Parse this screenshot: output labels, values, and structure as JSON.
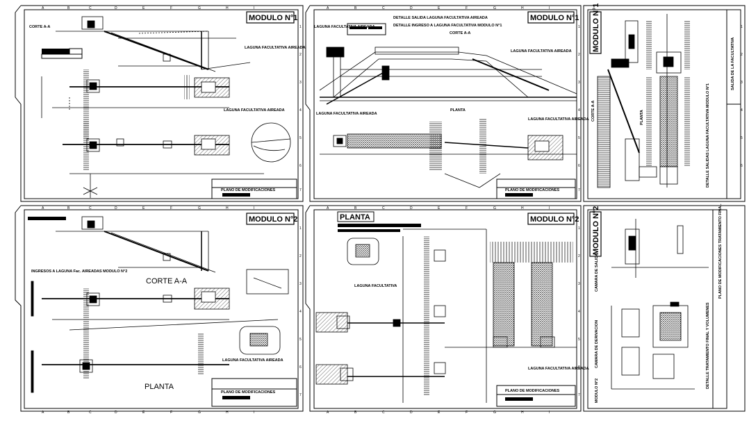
{
  "sheets": {
    "top_left": {
      "module": "MODULO N°1",
      "section": "CORTE A-A",
      "lagoon_1": "LAGUNA FACULTATIVA AIREADA",
      "lagoon_2": "LAGUNA FACULTATIVA AIREADA",
      "title_block": "PLANO DE MODIFICACIONES"
    },
    "top_middle": {
      "module": "MODULO N°1",
      "note_1": "DETALLE SALIDA LAGUNA FACULTATIVA AIREADA",
      "note_2": "DETALLE INGRESO A LAGUNA FACULTATIVA MODULO N°1",
      "section": "CORTE A-A",
      "lagoon_left": "LAGUNA FACULTATIVA AIREADA",
      "lagoon_right": "LAGUNA FACULTATIVA AIREADA",
      "lagoon_plan_left": "LAGUNA FACULTATIVA AIREADA",
      "lagoon_plan_right": "LAGUNA FACULTATIVA AIREADA",
      "plan": "PLANTA",
      "title_block": "PLANO DE MODIFICACIONES"
    },
    "top_right": {
      "module": "MODULO N°1",
      "section": "CORTE A-A",
      "plan": "PLANTA",
      "detail": "DETALLE SALIDAS LAGUNA FACULTATIVA MODULO N°1",
      "title_block": "SALIDA DE LA FACULTATIVA"
    },
    "bottom_left": {
      "module": "MODULO N°2",
      "note": "INGRESOS A LAGUNA Fac. AIREADAS MODULO N°2",
      "section": "CORTE A-A",
      "lagoon": "LAGUNA FACULTATIVA AIREADA",
      "plan": "PLANTA",
      "title_block": "PLANO DE MODIFICACIONES"
    },
    "bottom_middle": {
      "module": "MODULO N°2",
      "plan": "PLANTA",
      "lagoon_1": "LAGUNA FACULTATIVA",
      "lagoon_2": "LAGUNA FACULTATIVA AIREADA",
      "title_block": "PLANO DE MODIFICACIONES"
    },
    "bottom_right": {
      "module": "MODULO N°2",
      "camera_1": "CAMARA DE SALIDA",
      "camera_2": "CAMARA DE DERIVACION",
      "detail": "DETALLE TRATAMIENTO FINAL Y VOLUMENES",
      "title_block": "PLANO DE MODIFICACIONES TRATAMIENTO FINAL",
      "module_footer": "MODULO N°2"
    }
  },
  "grid": {
    "letters_wide": [
      "A",
      "B",
      "C",
      "D",
      "E",
      "F",
      "G",
      "H",
      "I"
    ],
    "numbers": [
      "1",
      "2",
      "3",
      "4",
      "5",
      "6",
      "7"
    ]
  }
}
